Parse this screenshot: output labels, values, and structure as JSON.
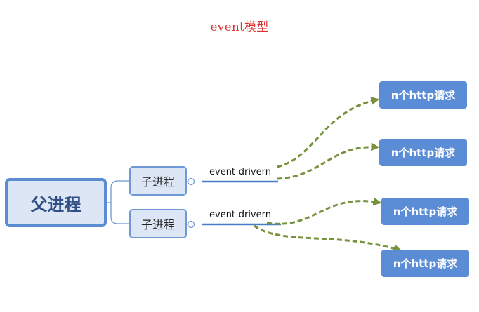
{
  "title": "event模型",
  "parent": {
    "label": "父进程"
  },
  "children": [
    {
      "label": "子进程",
      "model": "event-drivern"
    },
    {
      "label": "子进程",
      "model": "event-drivern"
    }
  ],
  "requests": [
    {
      "label": "n个http请求"
    },
    {
      "label": "n个http请求"
    },
    {
      "label": "n个http请求"
    },
    {
      "label": "n个http请求"
    }
  ],
  "colors": {
    "title": "#d9302c",
    "node_fill": "#dce6f4",
    "node_border": "#5b8bd0",
    "request_fill": "#5b8dd6",
    "arrow": "#76923c",
    "branch_line": "#4a7cc6"
  }
}
